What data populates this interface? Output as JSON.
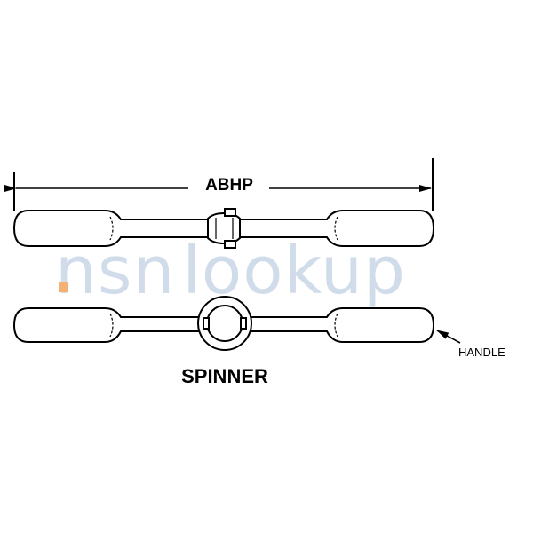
{
  "diagram": {
    "dimension_label": "ABHP",
    "title": "SPINNER",
    "callout_label": "HANDLE"
  },
  "watermark": {
    "prefix": "nsn",
    "suffix": "lookup",
    "dot_color": "#f5a35c",
    "text_color": "#c8d6e6"
  }
}
